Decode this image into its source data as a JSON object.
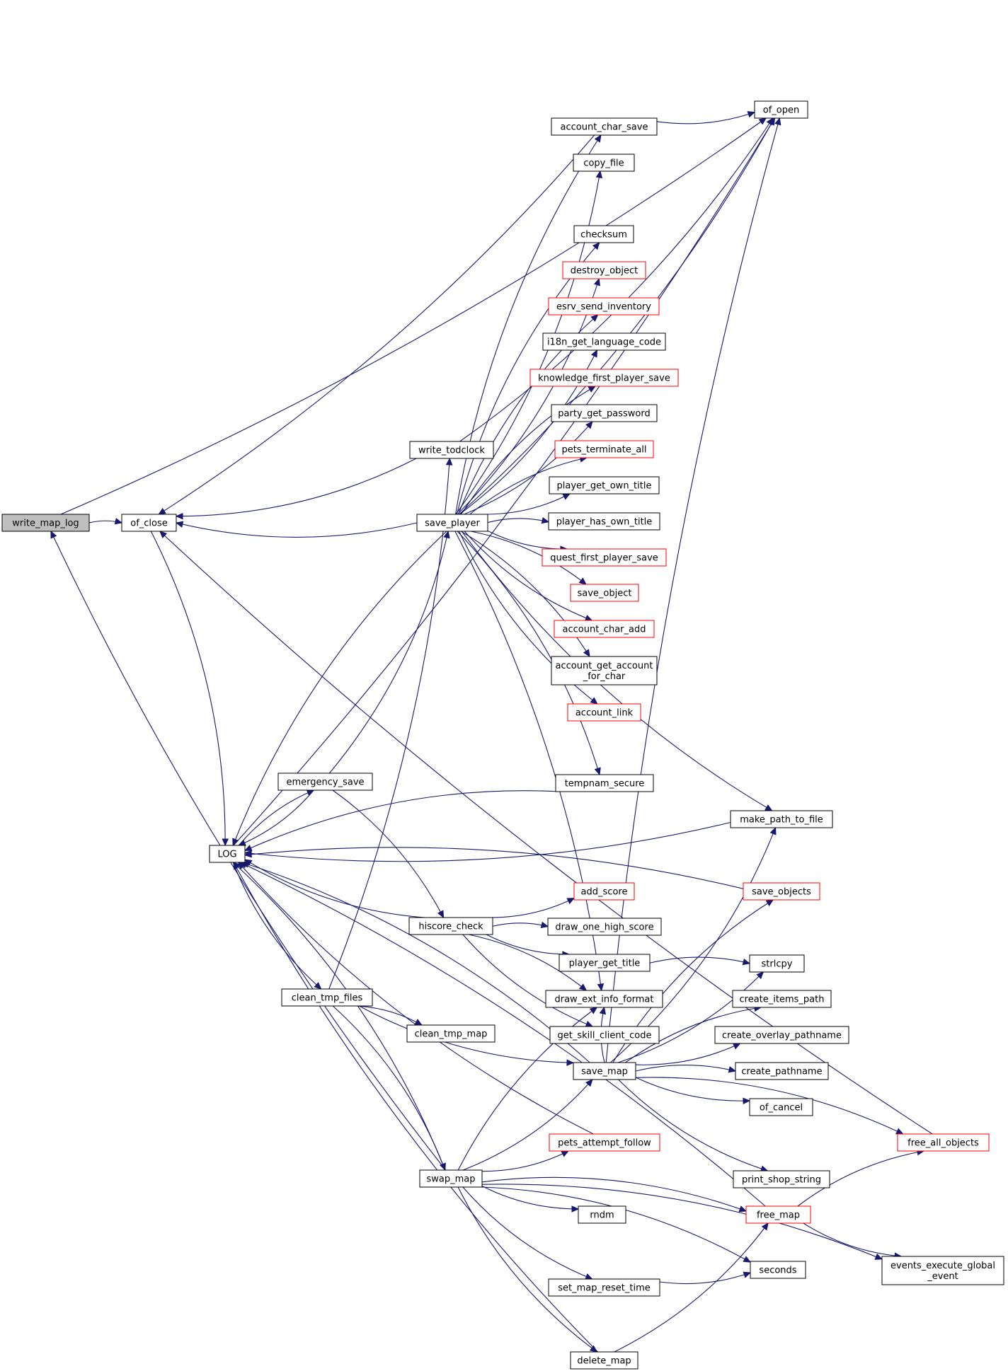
{
  "colors": {
    "edge": "#191970",
    "node_border": "#000000",
    "incomplete_node_border": "#ff0000",
    "root_fill": "#bfbfbf"
  },
  "nodes": [
    {
      "id": "write_map_log",
      "label": "write_map_log",
      "style": "root"
    },
    {
      "id": "of_close",
      "label": "of_close",
      "style": "normal"
    },
    {
      "id": "of_open",
      "label": "of_open",
      "style": "normal"
    },
    {
      "id": "log",
      "label": "LOG",
      "style": "normal"
    },
    {
      "id": "write_todclock",
      "label": "write_todclock",
      "style": "normal"
    },
    {
      "id": "save_player",
      "label": "save_player",
      "style": "normal"
    },
    {
      "id": "emergency_save",
      "label": "emergency_save",
      "style": "normal"
    },
    {
      "id": "hiscore_check",
      "label": "hiscore_check",
      "style": "normal"
    },
    {
      "id": "clean_tmp_files",
      "label": "clean_tmp_files",
      "style": "normal"
    },
    {
      "id": "clean_tmp_map",
      "label": "clean_tmp_map",
      "style": "normal"
    },
    {
      "id": "swap_map",
      "label": "swap_map",
      "style": "normal"
    },
    {
      "id": "account_char_save",
      "label": "account_char_save",
      "style": "normal"
    },
    {
      "id": "copy_file",
      "label": "copy_file",
      "style": "normal"
    },
    {
      "id": "checksum",
      "label": "checksum",
      "style": "normal"
    },
    {
      "id": "destroy_object",
      "label": "destroy_object",
      "style": "red"
    },
    {
      "id": "esrv_send_inventory",
      "label": "esrv_send_inventory",
      "style": "red"
    },
    {
      "id": "i18n_get_language_code",
      "label": "i18n_get_language_code",
      "style": "normal"
    },
    {
      "id": "knowledge_first_player_save",
      "label": "knowledge_first_player_save",
      "style": "red"
    },
    {
      "id": "party_get_password",
      "label": "party_get_password",
      "style": "normal"
    },
    {
      "id": "pets_terminate_all",
      "label": "pets_terminate_all",
      "style": "red"
    },
    {
      "id": "player_get_own_title",
      "label": "player_get_own_title",
      "style": "normal"
    },
    {
      "id": "player_has_own_title",
      "label": "player_has_own_title",
      "style": "normal"
    },
    {
      "id": "quest_first_player_save",
      "label": "quest_first_player_save",
      "style": "red"
    },
    {
      "id": "save_object",
      "label": "save_object",
      "style": "red"
    },
    {
      "id": "account_char_add",
      "label": "account_char_add",
      "style": "red"
    },
    {
      "id": "account_get_account_for_char",
      "label": "account_get_account\n_for_char",
      "style": "normal"
    },
    {
      "id": "account_link",
      "label": "account_link",
      "style": "red"
    },
    {
      "id": "tempnam_secure",
      "label": "tempnam_secure",
      "style": "normal"
    },
    {
      "id": "make_path_to_file",
      "label": "make_path_to_file",
      "style": "normal"
    },
    {
      "id": "save_objects",
      "label": "save_objects",
      "style": "red"
    },
    {
      "id": "add_score",
      "label": "add_score",
      "style": "red"
    },
    {
      "id": "draw_one_high_score",
      "label": "draw_one_high_score",
      "style": "normal"
    },
    {
      "id": "player_get_title",
      "label": "player_get_title",
      "style": "normal"
    },
    {
      "id": "strlcpy",
      "label": "strlcpy",
      "style": "normal"
    },
    {
      "id": "draw_ext_info_format",
      "label": "draw_ext_info_format",
      "style": "normal"
    },
    {
      "id": "create_items_path",
      "label": "create_items_path",
      "style": "normal"
    },
    {
      "id": "get_skill_client_code",
      "label": "get_skill_client_code",
      "style": "normal"
    },
    {
      "id": "create_overlay_pathname",
      "label": "create_overlay_pathname",
      "style": "normal"
    },
    {
      "id": "save_map",
      "label": "save_map",
      "style": "normal"
    },
    {
      "id": "create_pathname",
      "label": "create_pathname",
      "style": "normal"
    },
    {
      "id": "of_cancel",
      "label": "of_cancel",
      "style": "normal"
    },
    {
      "id": "pets_attempt_follow",
      "label": "pets_attempt_follow",
      "style": "red"
    },
    {
      "id": "free_all_objects",
      "label": "free_all_objects",
      "style": "red"
    },
    {
      "id": "print_shop_string",
      "label": "print_shop_string",
      "style": "normal"
    },
    {
      "id": "rndm",
      "label": "rndm",
      "style": "normal"
    },
    {
      "id": "free_map",
      "label": "free_map",
      "style": "red"
    },
    {
      "id": "seconds",
      "label": "seconds",
      "style": "normal"
    },
    {
      "id": "events_execute_global_event",
      "label": "events_execute_global\n_event",
      "style": "normal"
    },
    {
      "id": "set_map_reset_time",
      "label": "set_map_reset_time",
      "style": "normal"
    },
    {
      "id": "delete_map",
      "label": "delete_map",
      "style": "normal"
    }
  ],
  "edges": [
    [
      "write_map_log",
      "of_close"
    ],
    [
      "write_map_log",
      "of_open"
    ],
    [
      "of_close",
      "log"
    ],
    [
      "log",
      "of_open"
    ],
    [
      "log",
      "emergency_save"
    ],
    [
      "log",
      "clean_tmp_files"
    ],
    [
      "write_todclock",
      "of_close"
    ],
    [
      "write_todclock",
      "of_open"
    ],
    [
      "save_player",
      "of_close"
    ],
    [
      "save_player",
      "log"
    ],
    [
      "save_player",
      "account_char_save"
    ],
    [
      "save_player",
      "copy_file"
    ],
    [
      "save_player",
      "checksum"
    ],
    [
      "save_player",
      "destroy_object"
    ],
    [
      "save_player",
      "esrv_send_inventory"
    ],
    [
      "save_player",
      "i18n_get_language_code"
    ],
    [
      "save_player",
      "knowledge_first_player_save"
    ],
    [
      "save_player",
      "party_get_password"
    ],
    [
      "save_player",
      "pets_terminate_all"
    ],
    [
      "save_player",
      "player_get_own_title"
    ],
    [
      "save_player",
      "player_has_own_title"
    ],
    [
      "save_player",
      "quest_first_player_save"
    ],
    [
      "save_player",
      "save_object"
    ],
    [
      "save_player",
      "account_char_add"
    ],
    [
      "save_player",
      "account_get_account_for_char"
    ],
    [
      "save_player",
      "account_link"
    ],
    [
      "save_player",
      "tempnam_secure"
    ],
    [
      "save_player",
      "make_path_to_file"
    ],
    [
      "save_player",
      "draw_ext_info_format"
    ],
    [
      "save_player",
      "of_open"
    ],
    [
      "account_char_save",
      "of_close"
    ],
    [
      "account_char_save",
      "of_open"
    ],
    [
      "emergency_save",
      "log"
    ],
    [
      "emergency_save",
      "save_player"
    ],
    [
      "emergency_save",
      "hiscore_check"
    ],
    [
      "tempnam_secure",
      "log"
    ],
    [
      "make_path_to_file",
      "log"
    ],
    [
      "save_objects",
      "log"
    ],
    [
      "hiscore_check",
      "log"
    ],
    [
      "hiscore_check",
      "add_score"
    ],
    [
      "hiscore_check",
      "draw_one_high_score"
    ],
    [
      "hiscore_check",
      "player_get_title"
    ],
    [
      "hiscore_check",
      "draw_ext_info_format"
    ],
    [
      "hiscore_check",
      "get_skill_client_code"
    ],
    [
      "player_get_title",
      "strlcpy"
    ],
    [
      "clean_tmp_files",
      "write_todclock"
    ],
    [
      "clean_tmp_files",
      "clean_tmp_map"
    ],
    [
      "clean_tmp_files",
      "save_map"
    ],
    [
      "clean_tmp_files",
      "swap_map"
    ],
    [
      "save_map",
      "log"
    ],
    [
      "save_map",
      "of_open"
    ],
    [
      "save_map",
      "make_path_to_file"
    ],
    [
      "save_map",
      "save_objects"
    ],
    [
      "save_map",
      "strlcpy"
    ],
    [
      "save_map",
      "create_items_path"
    ],
    [
      "save_map",
      "create_overlay_pathname"
    ],
    [
      "save_map",
      "create_pathname"
    ],
    [
      "save_map",
      "of_cancel"
    ],
    [
      "save_map",
      "free_all_objects"
    ],
    [
      "save_map",
      "print_shop_string"
    ],
    [
      "save_map",
      "draw_ext_info_format"
    ],
    [
      "swap_map",
      "log"
    ],
    [
      "swap_map",
      "write_map_log"
    ],
    [
      "swap_map",
      "save_map"
    ],
    [
      "swap_map",
      "draw_ext_info_format"
    ],
    [
      "swap_map",
      "pets_attempt_follow"
    ],
    [
      "swap_map",
      "free_map"
    ],
    [
      "swap_map",
      "rndm"
    ],
    [
      "swap_map",
      "seconds"
    ],
    [
      "swap_map",
      "set_map_reset_time"
    ],
    [
      "swap_map",
      "events_execute_global_event"
    ],
    [
      "swap_map",
      "delete_map"
    ],
    [
      "pets_attempt_follow",
      "log"
    ],
    [
      "free_map",
      "log"
    ],
    [
      "free_map",
      "free_all_objects"
    ],
    [
      "free_map",
      "events_execute_global_event"
    ],
    [
      "free_all_objects",
      "of_close"
    ],
    [
      "set_map_reset_time",
      "seconds"
    ],
    [
      "delete_map",
      "log"
    ],
    [
      "delete_map",
      "free_map"
    ]
  ]
}
